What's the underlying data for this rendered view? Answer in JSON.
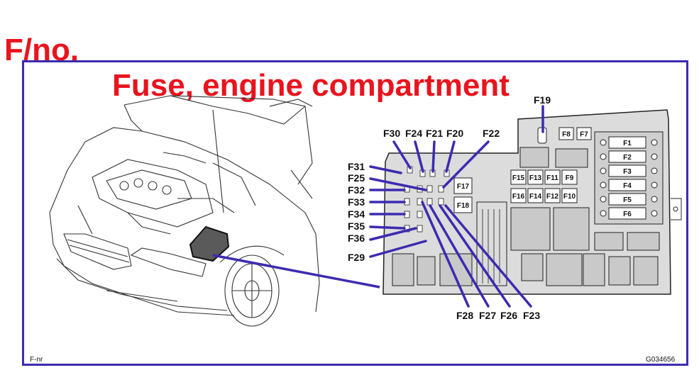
{
  "header": {
    "fno": "F/no.",
    "title": "Fuse, engine compartment"
  },
  "footer": {
    "left_code": "F-nr",
    "right_code": "G034656"
  },
  "colors": {
    "title_red": "#e8141e",
    "leader_purple": "#3d2bb0",
    "box_gray": "#d9d9d9"
  },
  "callouts_top": [
    "F30",
    "F24",
    "F21",
    "F20",
    "F22",
    "F19"
  ],
  "callouts_left": [
    "F31",
    "F25",
    "F32",
    "F33",
    "F34",
    "F35",
    "F36",
    "F29"
  ],
  "callouts_bottom": [
    "F28",
    "F27",
    "F26",
    "F23"
  ],
  "fuses_large": [
    "F1",
    "F2",
    "F3",
    "F4",
    "F5",
    "F6"
  ],
  "fuses_top_small": [
    "F8",
    "F7"
  ],
  "fuses_grid": [
    "F15",
    "F13",
    "F11",
    "F9",
    "F16",
    "F14",
    "F12",
    "F10"
  ],
  "fuses_side": [
    "F17",
    "F18"
  ]
}
